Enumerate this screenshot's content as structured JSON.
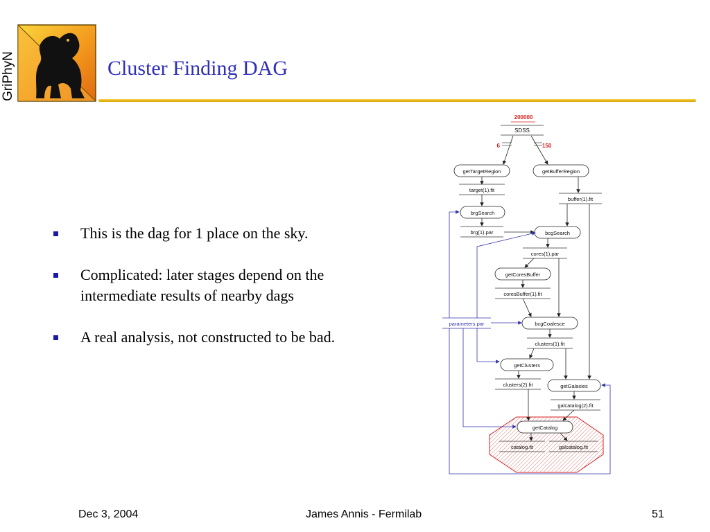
{
  "logo": {
    "brand": "GriPhyN",
    "brand_vertical": "GriPhyN"
  },
  "slide": {
    "title": "Cluster Finding DAG",
    "bullets": [
      "This is the dag for 1 place on the sky.",
      "Complicated: later stages depend on the intermediate results of nearby dags",
      "A real analysis, not constructed to be bad."
    ]
  },
  "diagram": {
    "top_count": "200000",
    "source": "SDSS",
    "left_count": "6",
    "right_count": "150",
    "nodes": {
      "getTargetRegion": "getTargetRegion",
      "getBufferRegion": "getBufferRegion",
      "brgSearch": "brgSearch",
      "bcgSearch": "bcgSearch",
      "getCoresBuffer": "getCoresBuffer",
      "bcgCoalesce": "bcgCoalesce",
      "getClusters": "getClusters",
      "getGalaxies": "getGalaxies",
      "getCatalog": "getCatalog"
    },
    "files": {
      "target": "target(1).fit",
      "buffer": "buffer(1).fit",
      "brg": "brg(1).par",
      "cores": "cores(1).par",
      "coresBuffer": "coresBuffer(1).fit",
      "parameters": "parameters.par",
      "clusters1": "clusters(1).fit",
      "clusters2": "clusters(2).fit",
      "galcatalog2": "galcatalog(2).fit",
      "catalog": "catalog.fit",
      "galcatalog": "galcatalog.fit"
    }
  },
  "footer": {
    "date": "Dec 3, 2004",
    "author": "James Annis - Fermilab",
    "page": "51"
  },
  "colors": {
    "title": "#2f2fb8",
    "bullet": "#1a1aa6",
    "rule": "#e0ad10",
    "diagram_red": "#d42020",
    "diagram_blue": "#3333aa"
  }
}
